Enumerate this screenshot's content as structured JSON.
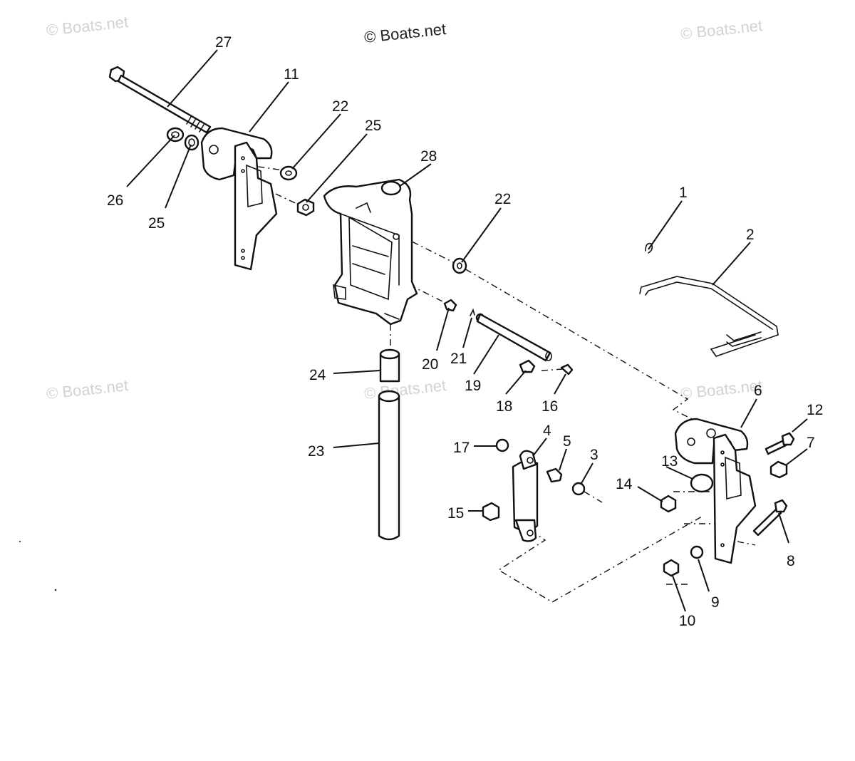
{
  "watermarks": {
    "top_left": "© Boats.net",
    "top_center": "© Boats.net",
    "top_right": "© Boats.net",
    "mid_left": "© Boats.net",
    "mid_center": "© Boats.net",
    "mid_right": "© Boats.net"
  },
  "callouts": {
    "c1": "1",
    "c2": "2",
    "c3": "3",
    "c4": "4",
    "c5": "5",
    "c6": "6",
    "c7": "7",
    "c8": "8",
    "c9": "9",
    "c10": "10",
    "c11": "11",
    "c12": "12",
    "c13": "13",
    "c14": "14",
    "c15": "15",
    "c16": "16",
    "c17": "17",
    "c18": "18",
    "c19": "19",
    "c20": "20",
    "c21": "21",
    "c22a": "22",
    "c22b": "22",
    "c23": "23",
    "c24": "24",
    "c25a": "25",
    "c25b": "25",
    "c26": "26",
    "c27": "27",
    "c28": "28"
  }
}
